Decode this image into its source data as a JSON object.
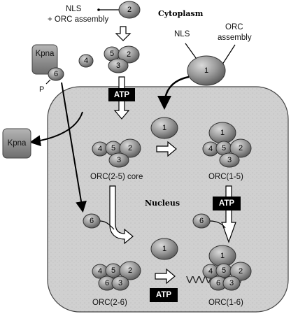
{
  "labels": {
    "cytoplasm": "Cytoplasm",
    "nucleus": "Nucleus",
    "nls_orc_line1": "NLS",
    "nls_orc_line2": "+ ORC assembly",
    "nls": "NLS",
    "orc_line1": "ORC",
    "orc_line2": "assembly",
    "orc_core": "ORC(2-5) core",
    "orc_1_5": "ORC(1-5)",
    "orc_2_6": "ORC(2-6)",
    "orc_1_6": "ORC(1-6)",
    "phospho": "P",
    "atp": "ATP",
    "kpna": "Kpna",
    "dna_strand": "VVVVVVVVV"
  },
  "subunits": {
    "s1": "1",
    "s2": "2",
    "s3": "3",
    "s4": "4",
    "s5": "5",
    "s6": "6"
  },
  "colors": {
    "subunit_fill": "#8c8c8c",
    "nucleus_fill": "#d4d4d4",
    "atp_box": "#000000",
    "kpna_fill": "#8a8a8a"
  }
}
